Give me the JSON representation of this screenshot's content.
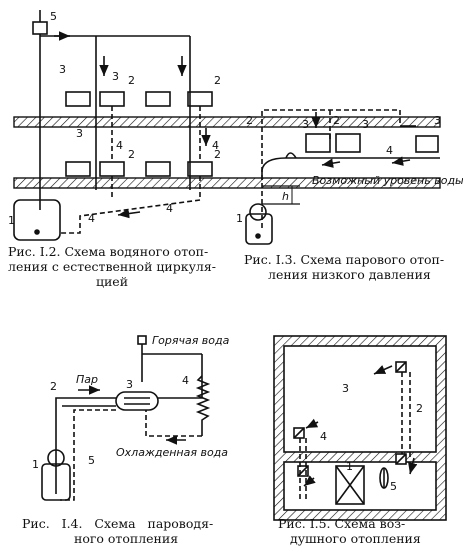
{
  "figures": {
    "fig2": {
      "caption": [
        "Рис. I.2. Схема водяного отоп-",
        "ления с естественной циркуля-",
        "цией"
      ],
      "labels": {
        "n1": "1",
        "n2": "2",
        "n3": "3",
        "n4": "4",
        "n5": "5"
      }
    },
    "fig3": {
      "caption": [
        "Рис. I.3. Схема парового отоп-",
        "ления низкого давления"
      ],
      "labels": {
        "n1": "1",
        "n2": "2",
        "n3": "3",
        "n4": "4",
        "h": "h"
      },
      "water_level": "Возможный уровень воды"
    },
    "fig4": {
      "caption": [
        "Рис.   I.4.   Схема   пароводя-",
        "ного отопления"
      ],
      "labels": {
        "n1": "1",
        "n2": "2",
        "n3": "3",
        "n4": "4",
        "n5": "5"
      },
      "hot_water": "Горячая вода",
      "steam": "Пар",
      "cooled_water": "Охлажденная вода"
    },
    "fig5": {
      "caption": [
        "Рис. I.5. Схема воз-",
        "душного отопления"
      ],
      "labels": {
        "n1": "1",
        "n2": "2",
        "n3": "3",
        "n4": "4",
        "n5": "5"
      }
    }
  }
}
